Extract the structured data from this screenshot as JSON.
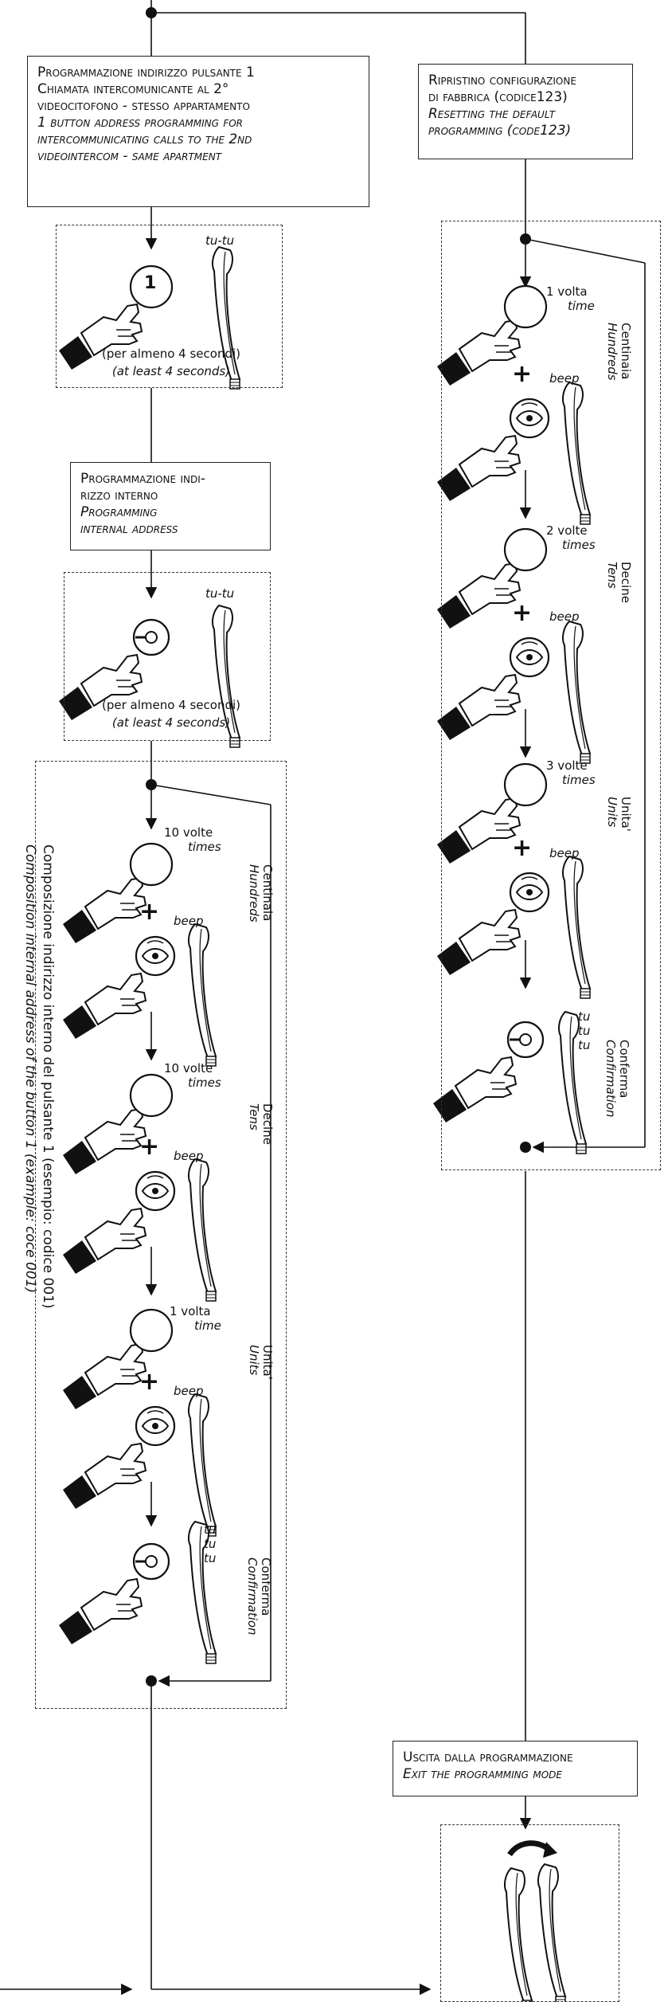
{
  "box_left_top": {
    "line1": "Programmazione indirizzo pulsante 1",
    "line2": "Chiamata intercomunicante al 2°",
    "line3": "videocitofono - stesso appartamento",
    "line4": "1 button address programming for",
    "line5": "intercommunicating calls to the 2nd",
    "line6": "videointercom - same apartment"
  },
  "box_right_top": {
    "line1": "Ripristino configurazione",
    "line2": "di fabbrica (codice123)",
    "line3": "Resetting the default",
    "line4": "programming (code123)"
  },
  "box_internal": {
    "line1": "Programmazione indi-",
    "line2": "rizzo interno",
    "line3": "Programming",
    "line4": "internal address"
  },
  "box_exit": {
    "line1": "Uscita dalla programmazione",
    "line2": "Exit the programming mode"
  },
  "tutu": "tu-tu",
  "beep": "beep",
  "tu": "tu",
  "plus": "+",
  "hold": {
    "it": "(per almeno 4 secondi)",
    "en": "(at least 4 seconds)"
  },
  "left_steps": {
    "hundreds_count": "10 volte",
    "tens_count": "10 volte",
    "units_count": "1 volta",
    "times": "times",
    "time": "time"
  },
  "right_steps": {
    "hundreds_count": "1 volta",
    "tens_count": "2 volte",
    "units_count": "3 volte",
    "times": "times",
    "time": "time"
  },
  "digits": {
    "hundreds_it": "Centinaia",
    "hundreds_en": "Hundreds",
    "tens_it": "Decine",
    "tens_en": "Tens",
    "units_it": "Unita'",
    "units_en": "Units",
    "confirm_it": "Conferma",
    "confirm_en": "Confirmation"
  },
  "composition": {
    "it": "Composizione indirizzo interno del pulsante 1 (esempio: codice 001)",
    "en": "Composition internal address of the button 1 (example: coce 001)"
  },
  "button_digit": "1"
}
